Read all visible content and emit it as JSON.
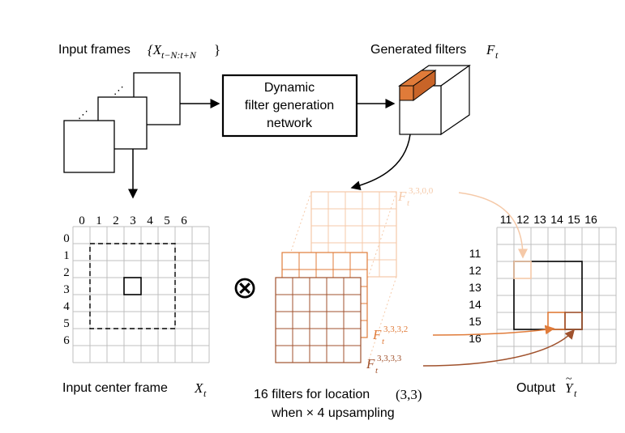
{
  "labels": {
    "input_frames": "Input frames",
    "input_frames_math": "{X",
    "input_frames_sub": "t−N:t+N",
    "input_frames_close": "}",
    "generated_filters": "Generated filters",
    "generated_filters_math": "F",
    "generated_filters_sub": "t",
    "dfgn_line1": "Dynamic",
    "dfgn_line2": "filter generation",
    "dfgn_line3": "network",
    "input_center": "Input center frame",
    "input_center_math": "X",
    "input_center_sub": "t",
    "filters_line1": "16 filters for location",
    "filters_loc": "(3,3)",
    "filters_line2": "when × 4 upsampling",
    "output": "Output",
    "output_math": "Y",
    "output_tilde": "~",
    "output_sub": "t",
    "dots": "⋰",
    "otimes": "⊗"
  },
  "filter_labels": [
    {
      "base": "F",
      "sup": "3,3,0,0",
      "sub": "t"
    },
    {
      "base": "F",
      "sup": "3,3,3,2",
      "sub": "t"
    },
    {
      "base": "F",
      "sup": "3,3,3,3",
      "sub": "t"
    }
  ],
  "grid_left": {
    "col_ticks": [
      "0",
      "1",
      "2",
      "3",
      "4",
      "5",
      "6"
    ],
    "row_ticks": [
      "0",
      "1",
      "2",
      "3",
      "4",
      "5",
      "6"
    ]
  },
  "grid_right": {
    "col_ticks": [
      "11",
      "12",
      "13",
      "14",
      "15",
      "16"
    ],
    "row_ticks": [
      "11",
      "12",
      "13",
      "14",
      "15",
      "16"
    ]
  },
  "colors": {
    "orange": "#e07b39",
    "brown": "#a0522d",
    "light_orange": "#f5c9a8",
    "grid": "#bfbfbf",
    "black": "#000000"
  }
}
